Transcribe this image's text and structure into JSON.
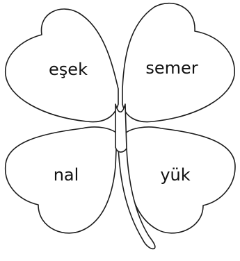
{
  "clover": {
    "leaves": {
      "top_left": "eşek",
      "top_right": "semer",
      "bottom_left": "nal",
      "bottom_right": "yük"
    }
  }
}
